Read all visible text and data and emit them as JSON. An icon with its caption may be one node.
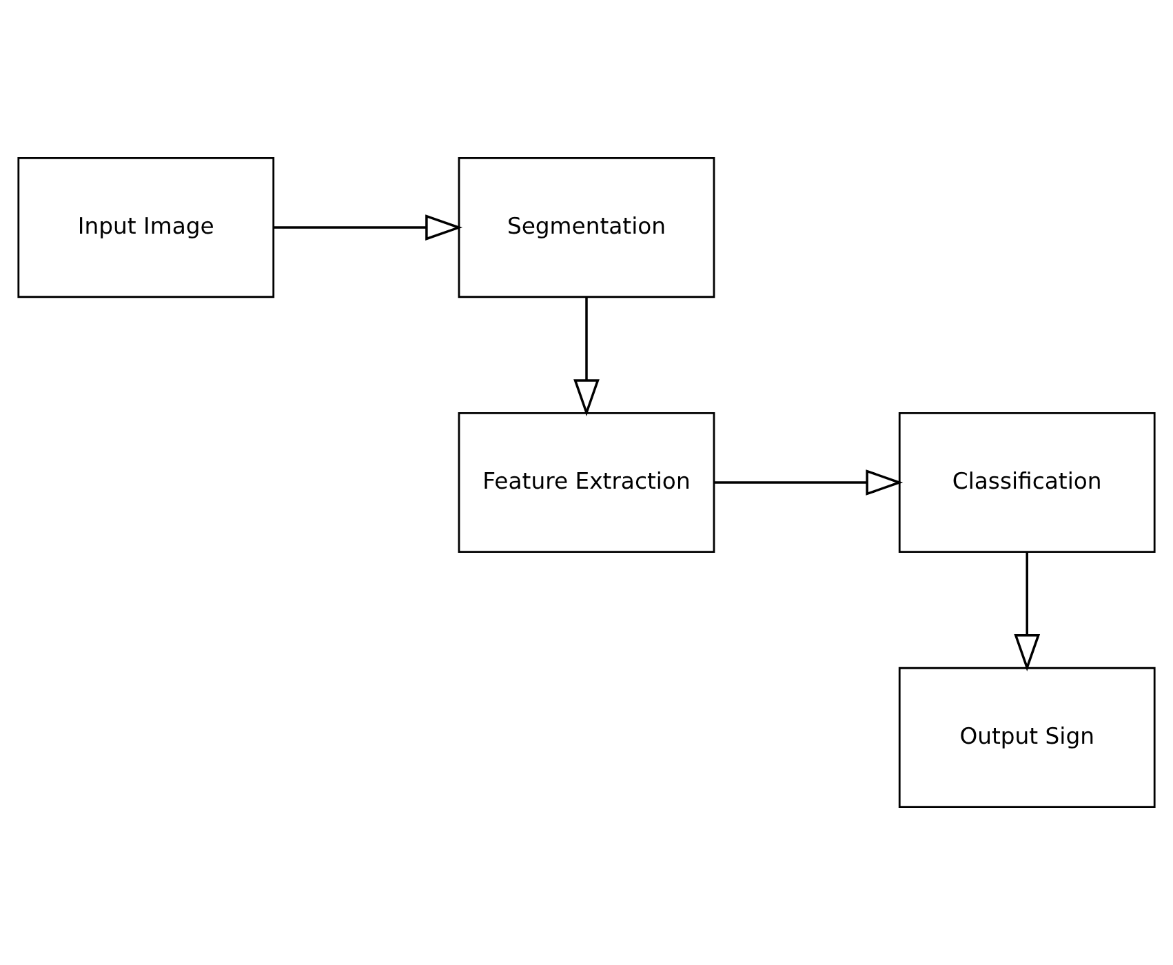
{
  "diagram": {
    "nodes": [
      {
        "text": [
          "Input Image"
        ]
      },
      {
        "text": [
          "Segmentation"
        ]
      },
      {
        "text": [
          "Feature Extraction"
        ]
      },
      {
        "text": [
          "Classification"
        ]
      },
      {
        "text": [
          "Output Sign"
        ]
      }
    ],
    "edges": [
      {
        "from": 0,
        "to": 1,
        "arrow": "to"
      },
      {
        "from": 1,
        "to": 2,
        "arrow": "to"
      },
      {
        "from": 2,
        "to": 3,
        "arrow": "to"
      },
      {
        "from": 3,
        "to": 4,
        "arrow": "to"
      }
    ]
  }
}
